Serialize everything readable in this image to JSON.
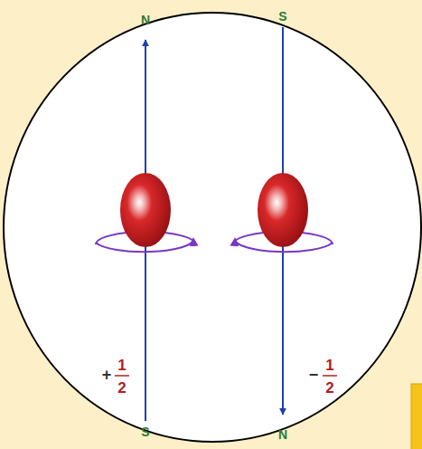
{
  "diagram": {
    "labels": [
      "N",
      "S",
      "+",
      "1",
      "2",
      "S",
      "N",
      "−",
      "1",
      "2"
    ]
  }
}
